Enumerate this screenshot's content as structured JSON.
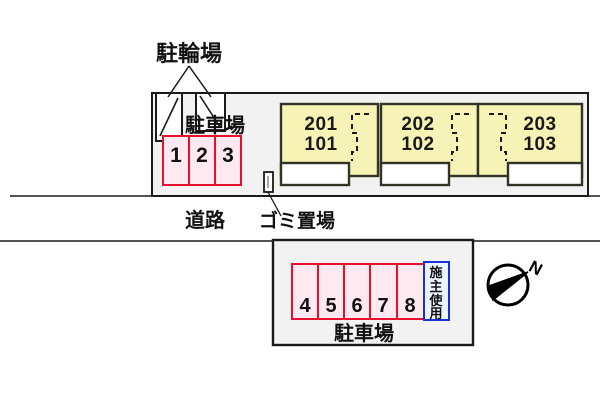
{
  "diagram": {
    "title": "Property site layout plan",
    "colors": {
      "site_fill": "#f2f2f2",
      "site_stroke": "#1a1a1a",
      "unit_fill": "#f7f2b6",
      "unit_stroke": "#333326",
      "parking_fill": "#fde9ef",
      "parking_stroke": "#e8112d",
      "owner_fill": "#eaf4fb",
      "owner_stroke": "#1b30d6",
      "balcony_fill": "#ffffff",
      "road_line": "#1a1a1a",
      "text": "#111111"
    }
  },
  "labels": {
    "bicycle_parking": "駐輪場",
    "parking_top": "駐車場",
    "parking_bottom": "駐車場",
    "road": "道路",
    "garbage_area": "ゴミ置場",
    "owner_use": "施主使用",
    "owner_use_chars": [
      "施",
      "主",
      "使",
      "用"
    ],
    "compass_north": "N"
  },
  "building": {
    "units": [
      {
        "upper": "201",
        "lower": "101"
      },
      {
        "upper": "202",
        "lower": "102"
      },
      {
        "upper": "203",
        "lower": "103"
      }
    ]
  },
  "parking": {
    "top_spaces": [
      "1",
      "2",
      "3"
    ],
    "bottom_spaces": [
      "4",
      "5",
      "6",
      "7",
      "8"
    ]
  }
}
